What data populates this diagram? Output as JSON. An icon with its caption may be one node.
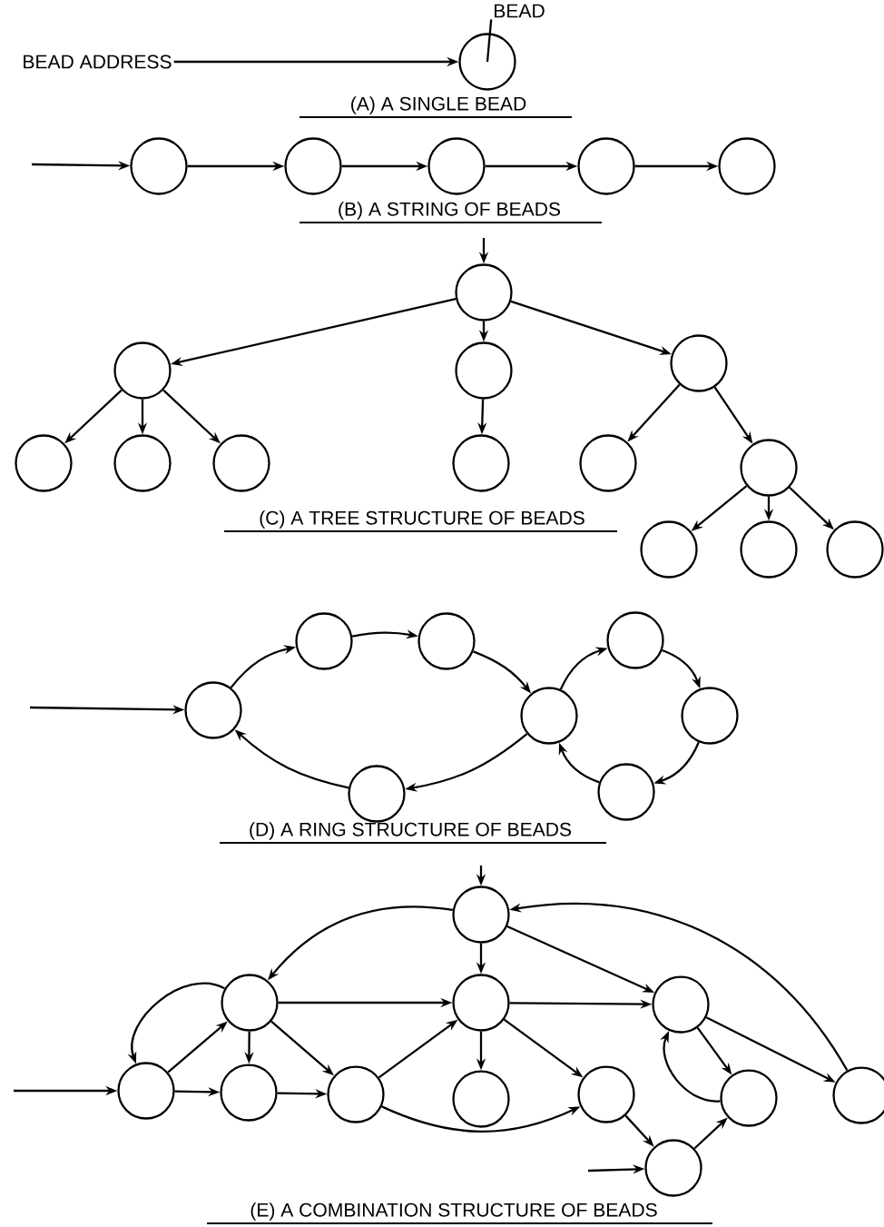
{
  "diagram": {
    "nodes": [
      {
        "text": [
          "BEAD ADDRESS"
        ]
      },
      {
        "text": [
          "BEAD"
        ]
      },
      {
        "text": [],
        "shape": "circle"
      },
      {
        "text": [],
        "shape": "circle"
      },
      {
        "text": [],
        "shape": "circle"
      },
      {
        "text": [],
        "shape": "circle"
      },
      {
        "text": [],
        "shape": "circle"
      },
      {
        "text": [],
        "shape": "circle"
      },
      {
        "text": [],
        "shape": "circle"
      },
      {
        "text": [],
        "shape": "circle"
      },
      {
        "text": [],
        "shape": "circle"
      },
      {
        "text": [],
        "shape": "circle"
      },
      {
        "text": [],
        "shape": "circle"
      },
      {
        "text": [],
        "shape": "circle"
      },
      {
        "text": [],
        "shape": "circle"
      },
      {
        "text": [],
        "shape": "circle"
      },
      {
        "text": [],
        "shape": "circle"
      },
      {
        "text": [],
        "shape": "circle"
      },
      {
        "text": [],
        "shape": "circle"
      },
      {
        "text": [],
        "shape": "circle"
      },
      {
        "text": [],
        "shape": "circle"
      },
      {
        "text": [],
        "shape": "circle"
      },
      {
        "text": [],
        "shape": "circle"
      },
      {
        "text": [],
        "shape": "circle"
      },
      {
        "text": [],
        "shape": "circle"
      },
      {
        "text": [],
        "shape": "circle"
      },
      {
        "text": [],
        "shape": "circle"
      },
      {
        "text": [],
        "shape": "circle"
      },
      {
        "text": [],
        "shape": "circle"
      },
      {
        "text": [],
        "shape": "circle"
      },
      {
        "text": [],
        "shape": "circle"
      },
      {
        "text": [],
        "shape": "circle"
      },
      {
        "text": [],
        "shape": "circle"
      },
      {
        "text": [],
        "shape": "circle"
      },
      {
        "text": [],
        "shape": "circle"
      },
      {
        "text": [],
        "shape": "circle"
      },
      {
        "text": [],
        "shape": "circle"
      },
      {
        "text": [],
        "shape": "circle"
      },
      {
        "text": [],
        "shape": "circle"
      },
      {
        "text": [],
        "shape": "circle"
      },
      {
        "text": [],
        "shape": "circle"
      }
    ],
    "edges": [
      {
        "from": 0,
        "to": 2,
        "arrow": "to"
      },
      {
        "from": 1,
        "to": 2,
        "arrow": "none"
      },
      {
        "from": null,
        "to": 3,
        "arrow": "to"
      },
      {
        "from": 3,
        "to": 4,
        "arrow": "to"
      },
      {
        "from": 4,
        "to": 5,
        "arrow": "to"
      },
      {
        "from": 5,
        "to": 6,
        "arrow": "to"
      },
      {
        "from": 6,
        "to": 7,
        "arrow": "to"
      },
      {
        "from": null,
        "to": 8,
        "arrow": "to"
      },
      {
        "from": 8,
        "to": 9,
        "arrow": "to"
      },
      {
        "from": 8,
        "to": 10,
        "arrow": "to"
      },
      {
        "from": 8,
        "to": 11,
        "arrow": "to"
      },
      {
        "from": 9,
        "to": 12,
        "arrow": "to"
      },
      {
        "from": 9,
        "to": 13,
        "arrow": "to"
      },
      {
        "from": 9,
        "to": 14,
        "arrow": "to"
      },
      {
        "from": 10,
        "to": 15,
        "arrow": "to"
      },
      {
        "from": 11,
        "to": 16,
        "arrow": "to"
      },
      {
        "from": 11,
        "to": 17,
        "arrow": "to"
      },
      {
        "from": 17,
        "to": 18,
        "arrow": "to"
      },
      {
        "from": 17,
        "to": 19,
        "arrow": "to"
      },
      {
        "from": 17,
        "to": 20,
        "arrow": "to"
      },
      {
        "from": null,
        "to": 21,
        "arrow": "to"
      },
      {
        "from": 21,
        "to": 22,
        "arrow": "to"
      },
      {
        "from": 22,
        "to": 23,
        "arrow": "to"
      },
      {
        "from": 23,
        "to": 24,
        "arrow": "to"
      },
      {
        "from": 24,
        "to": 25,
        "arrow": "to"
      },
      {
        "from": 25,
        "to": 21,
        "arrow": "to"
      },
      {
        "from": 24,
        "to": 26,
        "arrow": "to"
      },
      {
        "from": 26,
        "to": 27,
        "arrow": "to"
      },
      {
        "from": 27,
        "to": 28,
        "arrow": "to"
      },
      {
        "from": 28,
        "to": 24,
        "arrow": "to"
      },
      {
        "from": null,
        "to": 29,
        "arrow": "to"
      },
      {
        "from": 29,
        "to": 30,
        "arrow": "to"
      },
      {
        "from": 39,
        "to": 29,
        "arrow": "to"
      },
      {
        "from": 29,
        "to": 31,
        "arrow": "to"
      },
      {
        "from": 29,
        "to": 32,
        "arrow": "to"
      },
      {
        "from": 30,
        "to": 31,
        "arrow": "to"
      },
      {
        "from": 31,
        "to": 32,
        "arrow": "to"
      },
      {
        "from": 30,
        "to": 33,
        "arrow": "to"
      },
      {
        "from": 33,
        "to": 30,
        "arrow": "to"
      },
      {
        "from": 30,
        "to": 34,
        "arrow": "to"
      },
      {
        "from": 30,
        "to": 35,
        "arrow": "to"
      },
      {
        "from": 33,
        "to": 34,
        "arrow": "to"
      },
      {
        "from": 34,
        "to": 35,
        "arrow": "to"
      },
      {
        "from": 35,
        "to": 31,
        "arrow": "to"
      },
      {
        "from": 31,
        "to": 36,
        "arrow": "to"
      },
      {
        "from": 31,
        "to": 37,
        "arrow": "to"
      },
      {
        "from": 35,
        "to": 37,
        "arrow": "to"
      },
      {
        "from": 32,
        "to": 38,
        "arrow": "to"
      },
      {
        "from": 38,
        "to": 32,
        "arrow": "to"
      },
      {
        "from": 32,
        "to": 39,
        "arrow": "to"
      },
      {
        "from": 37,
        "to": 40,
        "arrow": "to"
      },
      {
        "from": 40,
        "to": 38,
        "arrow": "to"
      },
      {
        "from": null,
        "to": 40,
        "arrow": "to"
      },
      {
        "from": null,
        "to": 33,
        "arrow": "to"
      }
    ],
    "labels": [
      "(A) A SINGLE BEAD",
      "(B) A STRING OF BEADS",
      "(C) A TREE STRUCTURE OF BEADS",
      "(D) A RING STRUCTURE OF BEADS",
      "(E) A COMBINATION STRUCTURE OF BEADS"
    ]
  }
}
